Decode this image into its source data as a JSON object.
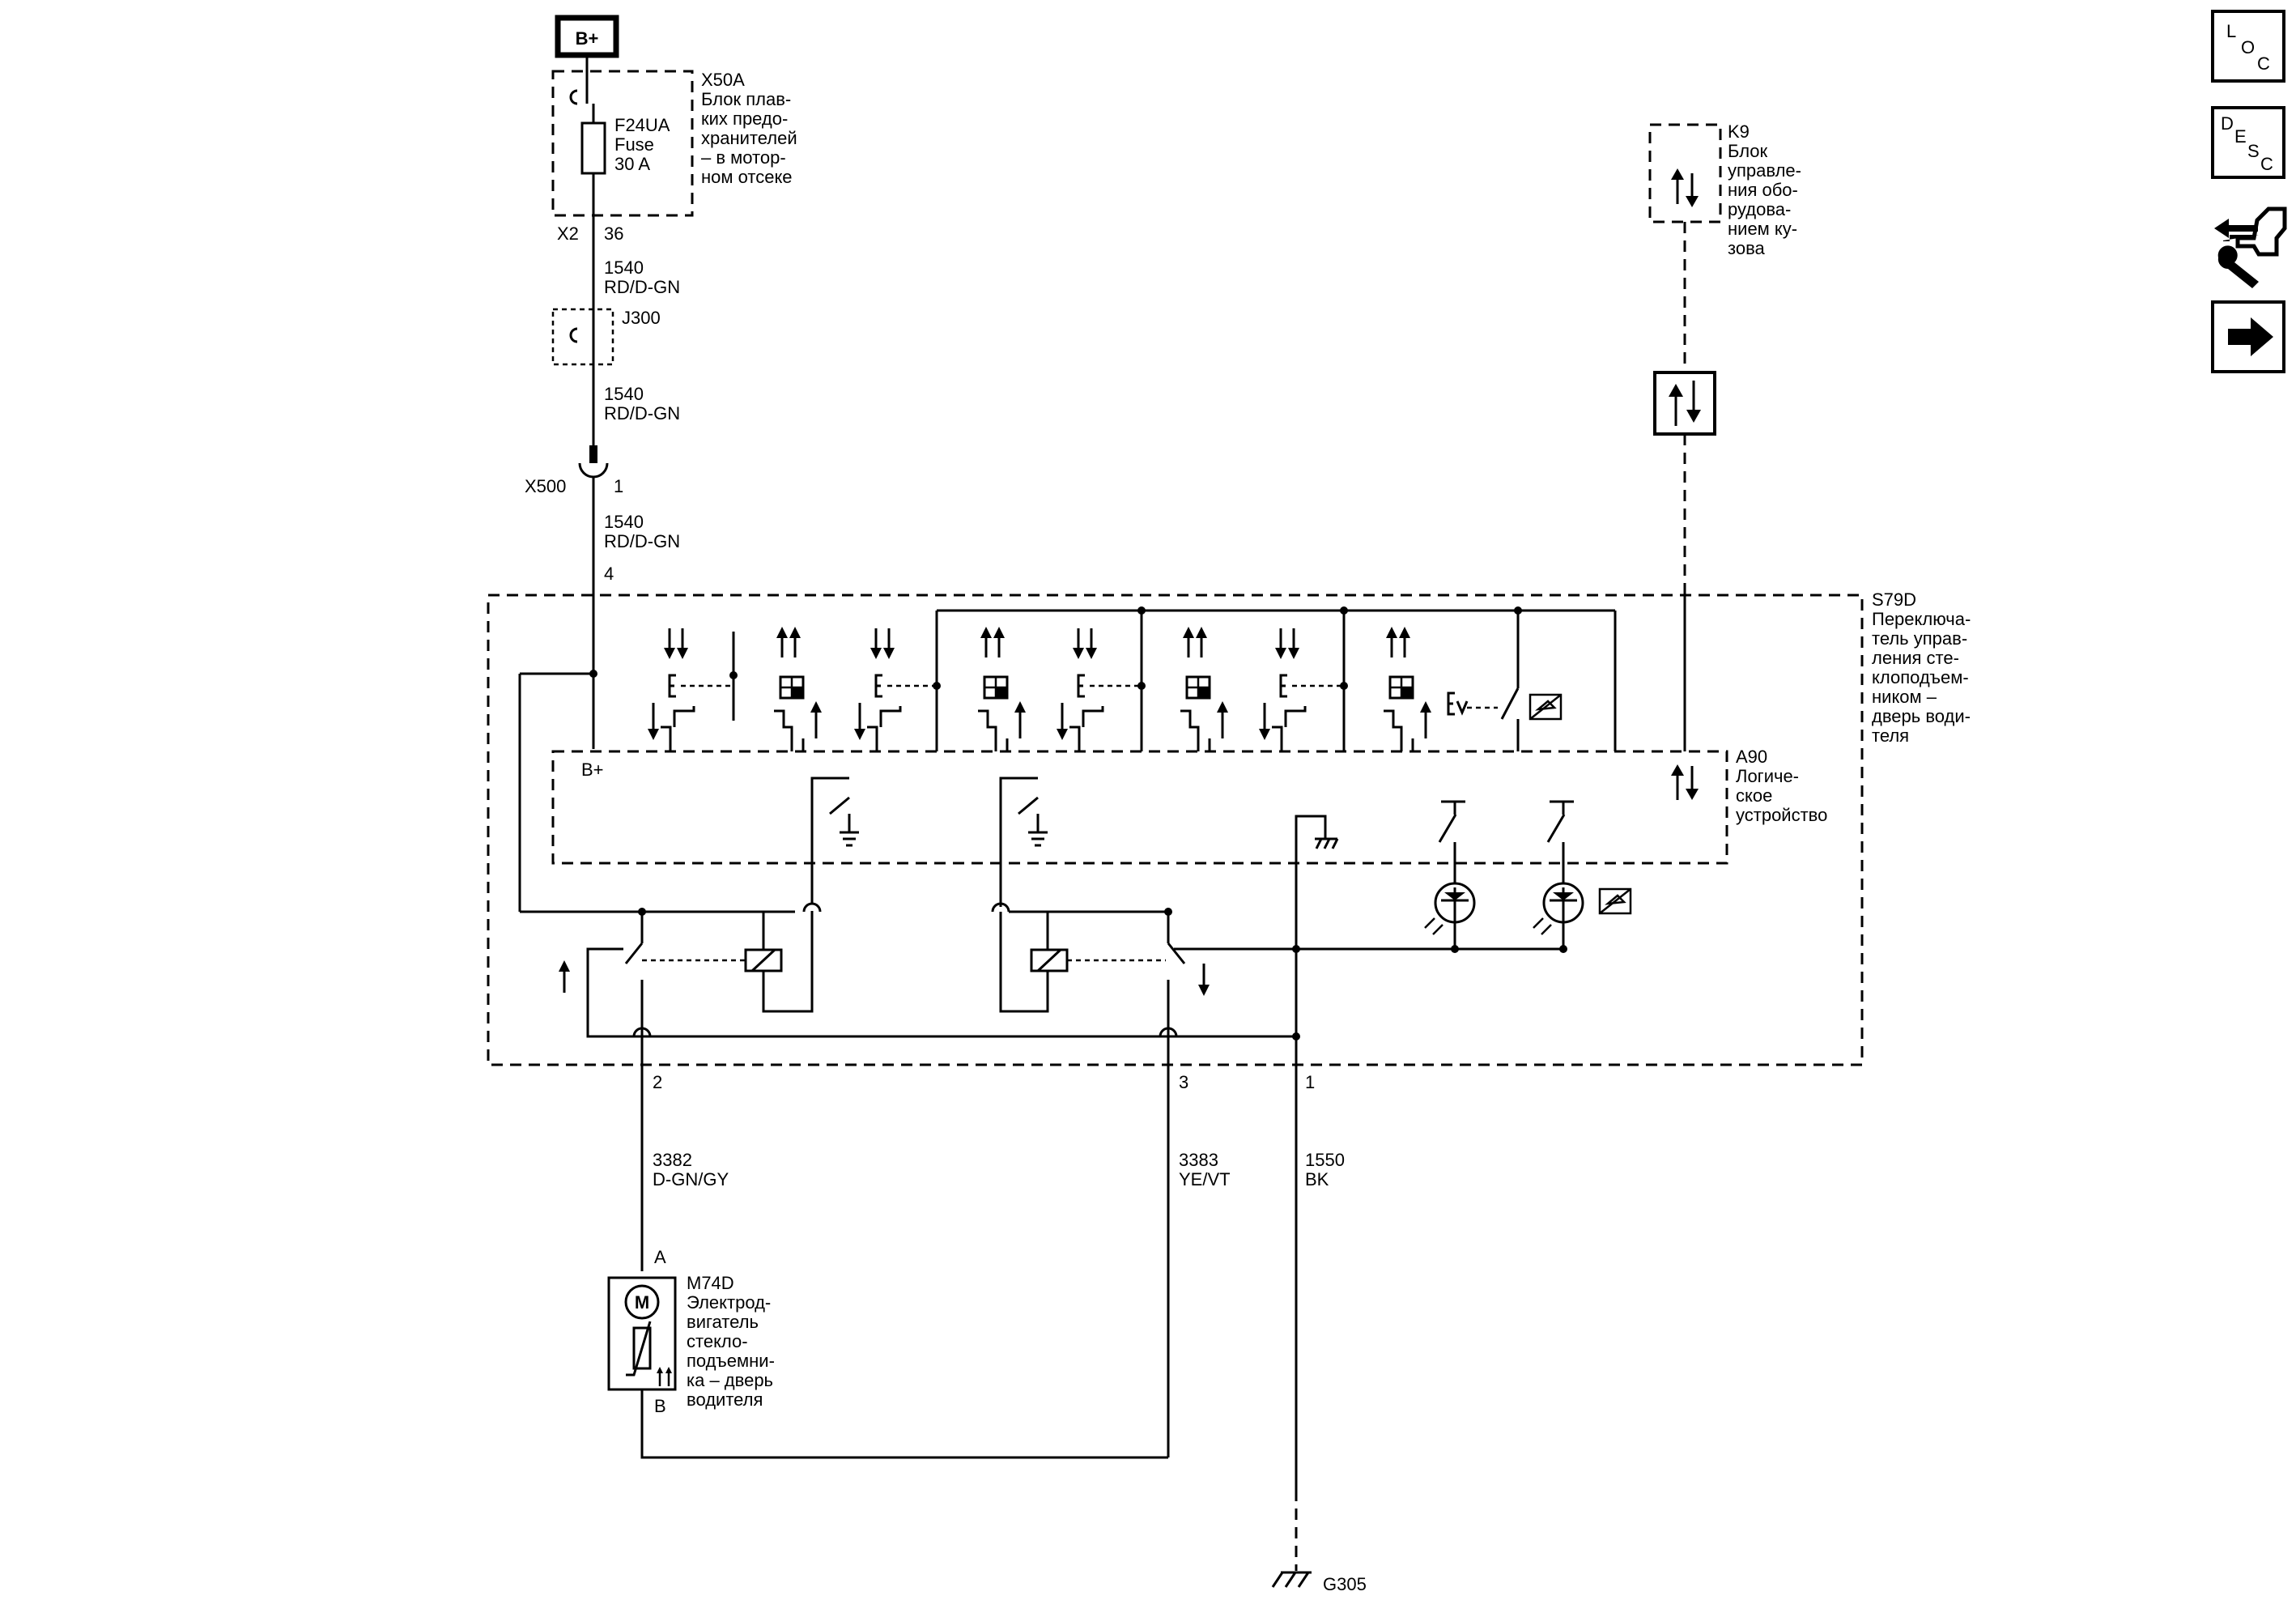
{
  "power": {
    "label": "B+"
  },
  "fuse_block": {
    "id": "X50A",
    "lines": [
      "Блок плав-",
      "ких предо-",
      "хранителей",
      "– в мотор-",
      "ном отсеке"
    ],
    "fuse_lines": [
      "F24UA",
      "Fuse",
      "30 A"
    ],
    "connector": "X2",
    "pin": "36"
  },
  "splice": {
    "id": "J300"
  },
  "inline_connector": {
    "id": "X500",
    "pin": "1"
  },
  "wire_segments": [
    {
      "circuit": "1540",
      "color": "RD/D-GN"
    },
    {
      "circuit": "1540",
      "color": "RD/D-GN"
    },
    {
      "circuit": "1540",
      "color": "RD/D-GN"
    }
  ],
  "switch_pin_in": "4",
  "bcm": {
    "id": "K9",
    "lines": [
      "Блок",
      "управле-",
      "ния обо-",
      "рудова-",
      "нием ку-",
      "зова"
    ]
  },
  "switch_assembly": {
    "id": "S79D",
    "lines": [
      "Переключа-",
      "тель управ-",
      "ления сте-",
      "клоподъем-",
      "ником –",
      "дверь води-",
      "теля"
    ]
  },
  "logic": {
    "id": "A90",
    "lines": [
      "Логиче-",
      "ское",
      "устройство"
    ],
    "bplus": "B+"
  },
  "output_pins": [
    {
      "pin": "2",
      "circuit": "3382",
      "color": "D-GN/GY"
    },
    {
      "pin": "3",
      "circuit": "3383",
      "color": "YE/VT"
    },
    {
      "pin": "1",
      "circuit": "1550",
      "color": "BK"
    }
  ],
  "motor": {
    "id": "M74D",
    "lines": [
      "Электрод-",
      "вигатель",
      "стекло-",
      "подъемни-",
      "ка – дверь",
      "водителя"
    ],
    "pin_a": "A",
    "pin_b": "B",
    "symbol": "M"
  },
  "ground": {
    "id": "G305"
  },
  "side_nav": [
    {
      "name": "loc-button",
      "label": "LOC"
    },
    {
      "name": "desc-button",
      "label": "DESC"
    },
    {
      "name": "connector-info-button",
      "label": "connector-wrench-icon"
    },
    {
      "name": "next-page-button",
      "label": "arrow-right-icon"
    }
  ]
}
